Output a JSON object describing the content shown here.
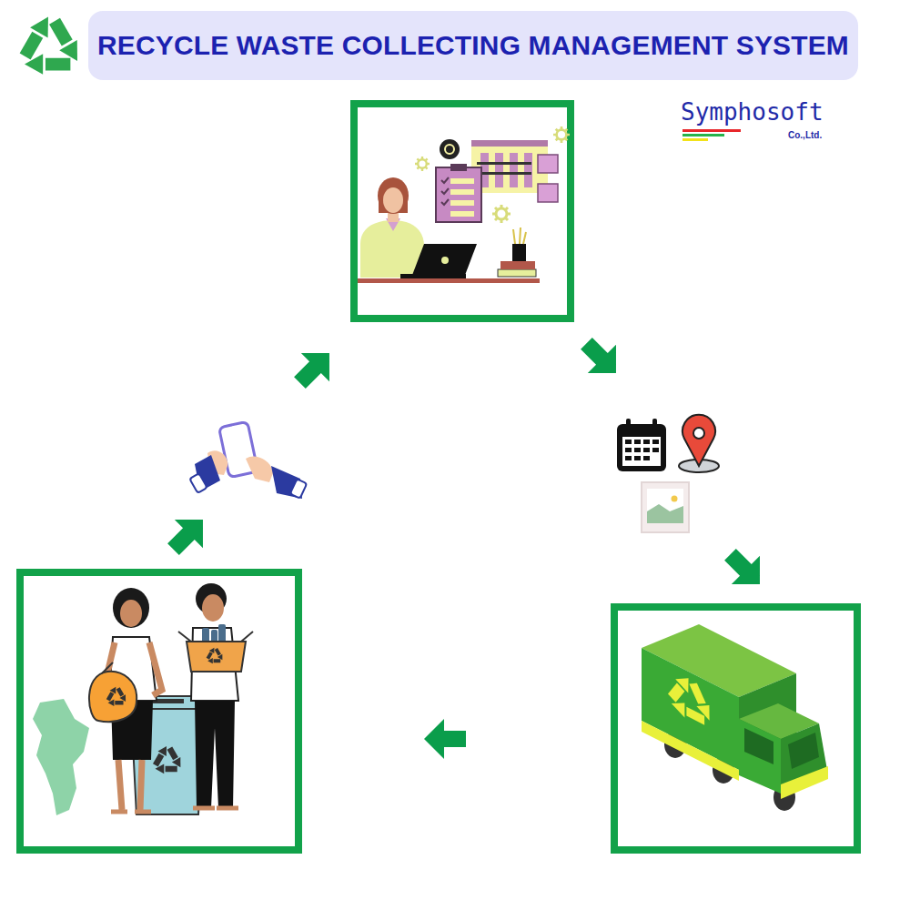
{
  "diagram": {
    "title": "RECYCLE WASTE COLLECTING MANAGEMENT SYSTEM",
    "labels": [
      "Symphosoft",
      "Co.,Ltd."
    ]
  }
}
